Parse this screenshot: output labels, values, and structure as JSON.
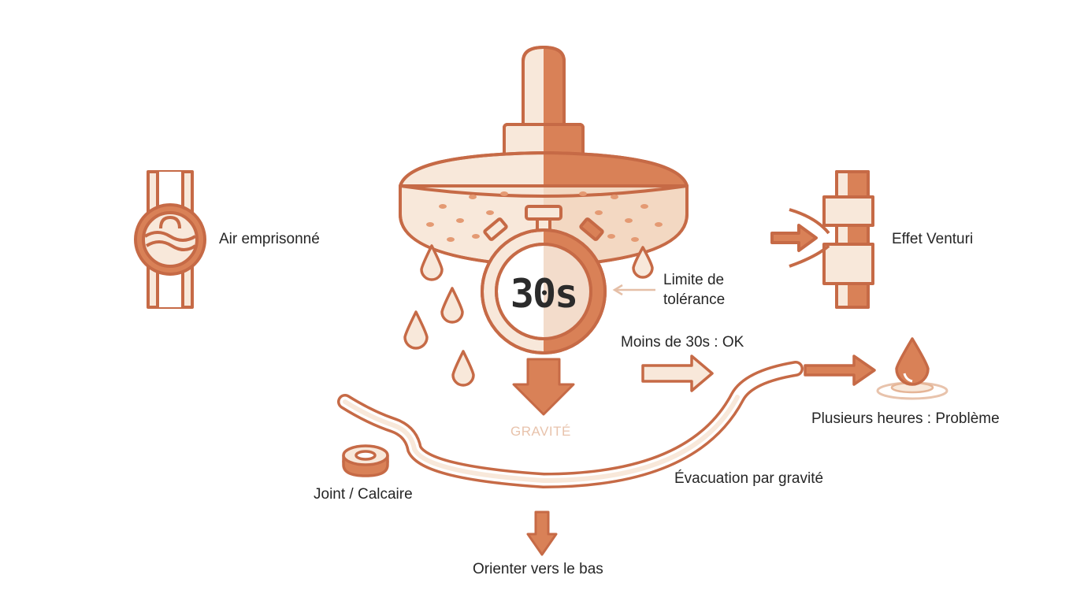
{
  "labels": {
    "air": "Air emprisonné",
    "venturi": "Effet Venturi",
    "limite_line1": "Limite de",
    "limite_line2": "tolérance",
    "moins": "Moins de 30s : OK",
    "plusieurs": "Plusieurs heures : Problème",
    "gravite": "GRAVITÉ",
    "evacuation": "Évacuation par gravité",
    "joint": "Joint / Calcaire",
    "orienter": "Orienter vers le bas"
  },
  "timer": {
    "display": "30s"
  },
  "colors": {
    "stroke": "#c66a46",
    "fill_light": "#f8e8da",
    "fill_dark": "#d98157",
    "dot": "#e49a73",
    "text": "#262626",
    "gravite_text": "#e8c3ac"
  }
}
